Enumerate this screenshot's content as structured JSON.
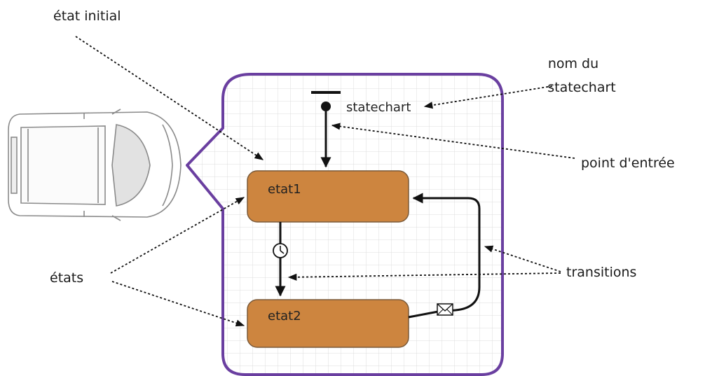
{
  "annotations": {
    "initial_state": "état initial",
    "statechart_name": [
      "nom du",
      "statechart"
    ],
    "entry_point": "point d'entrée",
    "states": "états",
    "transitions": "transitions"
  },
  "statechart": {
    "name": "statechart",
    "states": [
      "etat1",
      "etat2"
    ]
  },
  "colors": {
    "frame": "#6a3fa0",
    "state_fill": "#cd853f",
    "state_border": "#7a5a3a",
    "grid": "#dcdcdc"
  },
  "icons": [
    "car-icon",
    "timer-icon",
    "envelope-icon"
  ]
}
